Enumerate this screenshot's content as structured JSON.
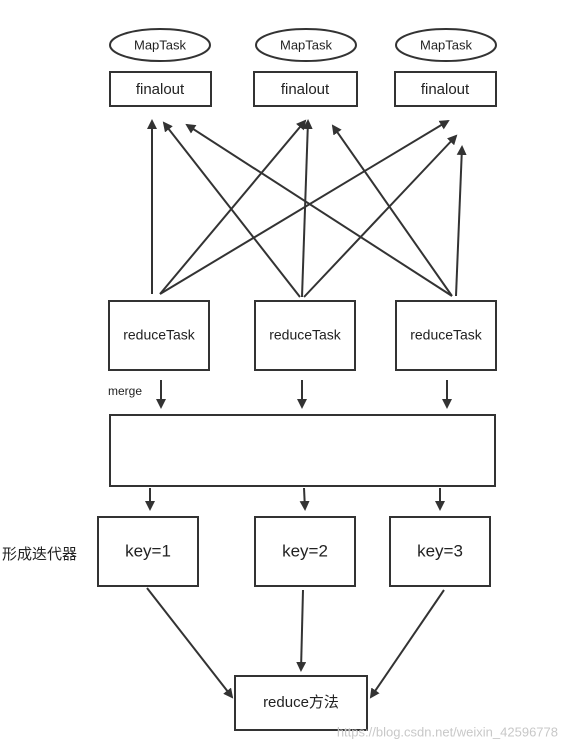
{
  "maptasks": [
    "MapTask",
    "MapTask",
    "MapTask"
  ],
  "finalout": [
    "finalout",
    "finalout",
    "finalout"
  ],
  "reducetasks": [
    "reduceTask",
    "reduceTask",
    "reduceTask"
  ],
  "merge_label": "merge",
  "side_label": "形成迭代器",
  "keys": [
    "key=1",
    "key=2",
    "key=3"
  ],
  "reduce_method": "reduce方法",
  "watermark": "https://blog.csdn.net/weixin_42596778",
  "colors": {
    "stroke": "#333333",
    "text": "#222222",
    "watermark": "#c8c8c8"
  }
}
